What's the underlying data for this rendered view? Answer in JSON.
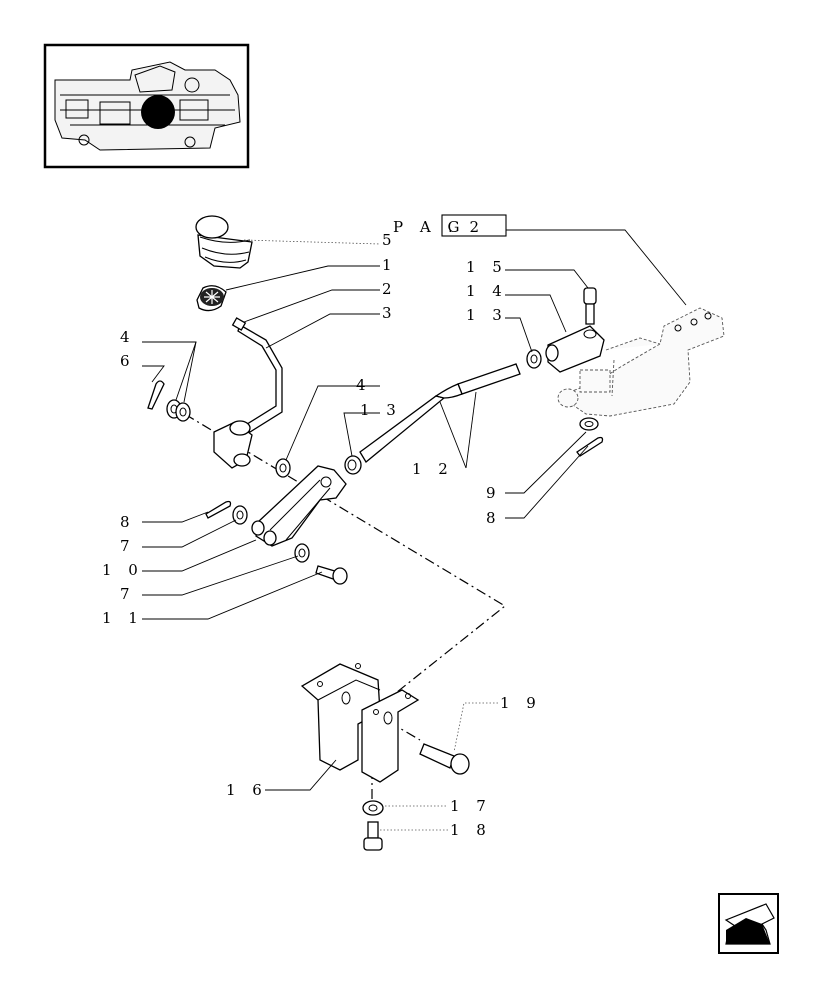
{
  "page_ref": {
    "prefix": "P A G",
    "value": ". 2"
  },
  "callouts": [
    {
      "id": "5",
      "text": "5"
    },
    {
      "id": "1",
      "text": "1"
    },
    {
      "id": "2",
      "text": "2"
    },
    {
      "id": "3",
      "text": "3"
    },
    {
      "id": "15",
      "text": "1 5"
    },
    {
      "id": "14",
      "text": "1 4"
    },
    {
      "id": "13a",
      "text": "1 3"
    },
    {
      "id": "4a",
      "text": "4"
    },
    {
      "id": "6",
      "text": "6"
    },
    {
      "id": "4b",
      "text": "4"
    },
    {
      "id": "13b",
      "text": "1 3"
    },
    {
      "id": "12",
      "text": "1 2"
    },
    {
      "id": "9",
      "text": "9"
    },
    {
      "id": "8b",
      "text": "8"
    },
    {
      "id": "8a",
      "text": "8"
    },
    {
      "id": "7a",
      "text": "7"
    },
    {
      "id": "10",
      "text": "1 0"
    },
    {
      "id": "7b",
      "text": "7"
    },
    {
      "id": "11",
      "text": "1 1"
    },
    {
      "id": "19",
      "text": "1 9"
    },
    {
      "id": "16",
      "text": "1 6"
    },
    {
      "id": "17",
      "text": "1 7"
    },
    {
      "id": "18",
      "text": "1 8"
    }
  ],
  "icons": {
    "locator": "tractor-locator-icon",
    "nav": "back-arrow-icon"
  }
}
